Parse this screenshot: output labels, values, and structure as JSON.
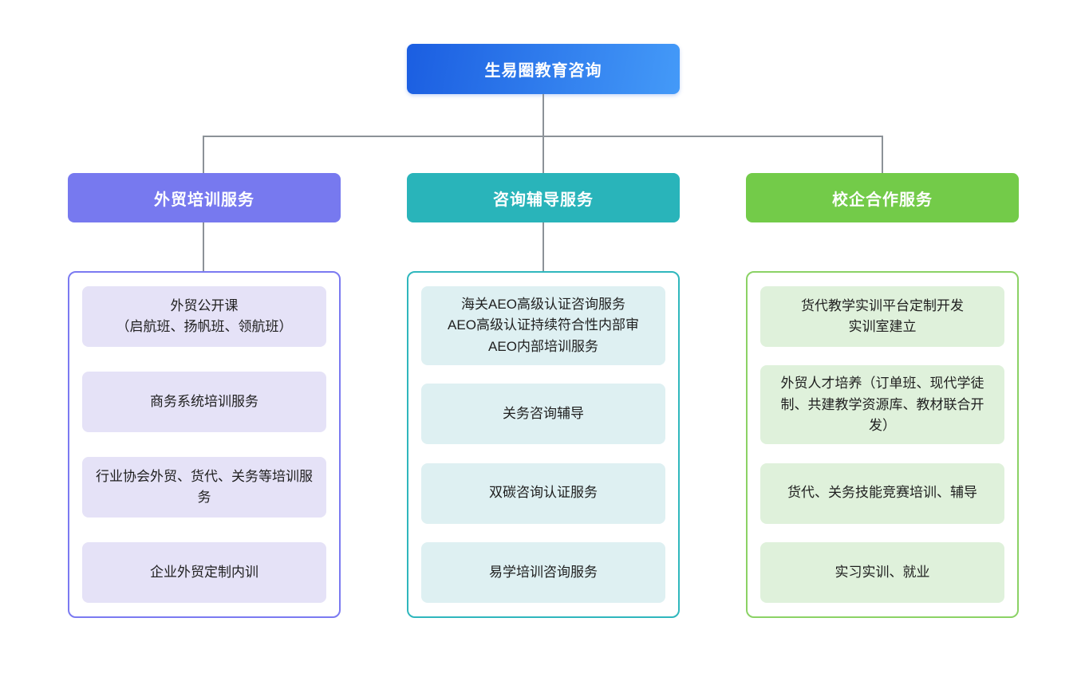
{
  "root": {
    "label": "生易圈教育咨询",
    "gradient_from": "#1b5ee1",
    "gradient_to": "#449af8"
  },
  "connector": {
    "color": "#8c9298"
  },
  "branches": [
    {
      "label": "外贸培训服务",
      "header_color": "#7779ef",
      "border_color": "#7b7af1",
      "item_bg": "#e5e2f7",
      "items": [
        "外贸公开课\n（启航班、扬帆班、领航班）",
        "商务系统培训服务",
        "行业协会外贸、货代、关务等培训服务",
        "企业外贸定制内训"
      ]
    },
    {
      "label": "咨询辅导服务",
      "header_color": "#29b4ba",
      "border_color": "#2fb7bd",
      "item_bg": "#def0f2",
      "items": [
        "海关AEO高级认证咨询服务\nAEO高级认证持续符合性内部审\nAEO内部培训服务",
        "关务咨询辅导",
        "双碳咨询认证服务",
        "易学培训咨询服务"
      ]
    },
    {
      "label": "校企合作服务",
      "header_color": "#73cb49",
      "border_color": "#8bd265",
      "item_bg": "#dff1db",
      "items": [
        "货代教学实训平台定制开发\n实训室建立",
        "外贸人才培养（订单班、现代学徒制、共建教学资源库、教材联合开发）",
        "货代、关务技能竞赛培训、辅导",
        "实习实训、就业"
      ]
    }
  ]
}
